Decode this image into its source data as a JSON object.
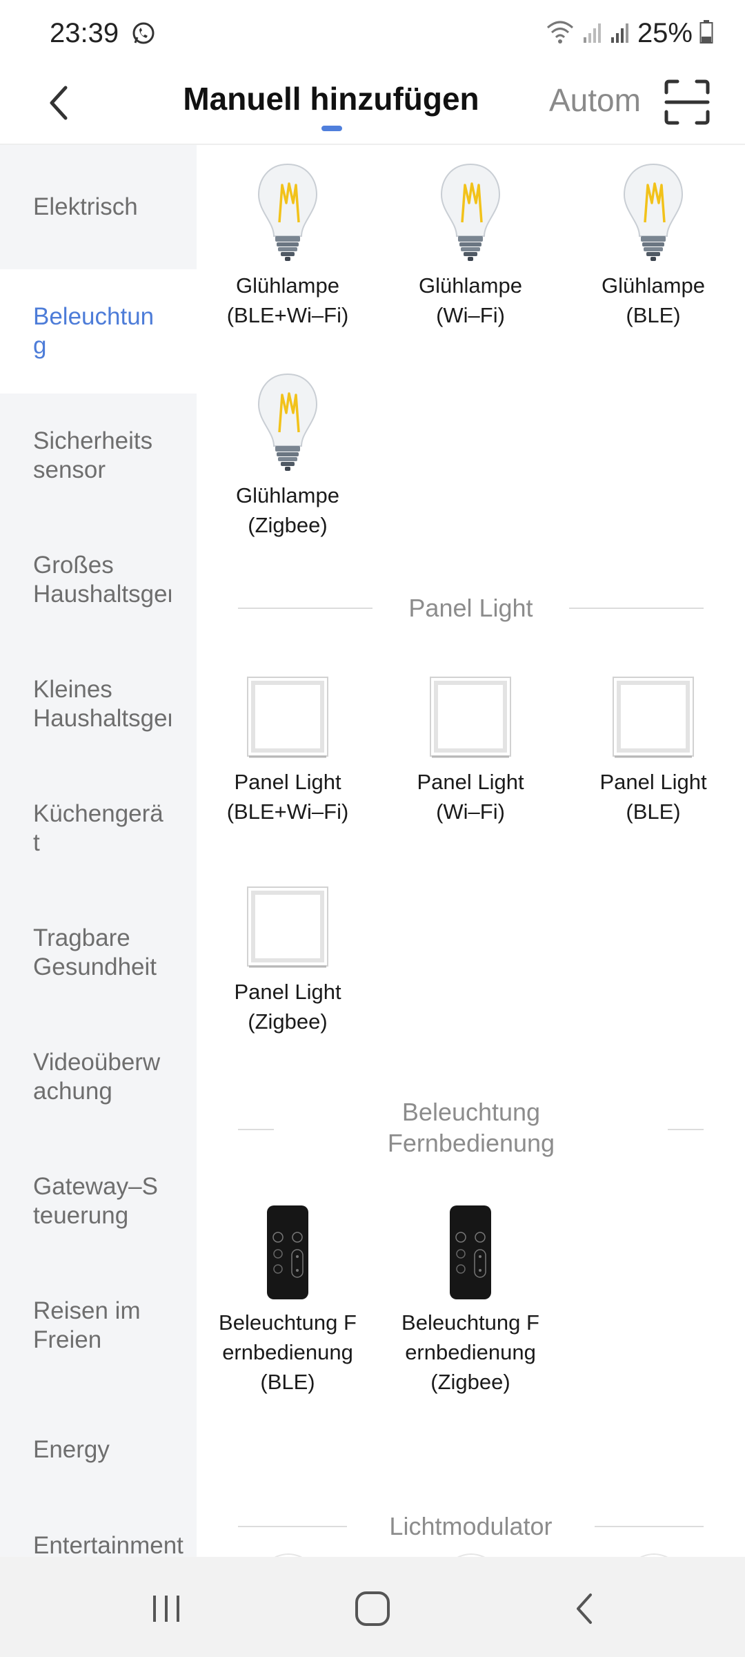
{
  "status": {
    "time": "23:39",
    "battery": "25%"
  },
  "header": {
    "tab_manual": "Manuell hinzufügen",
    "tab_auto": "Autom"
  },
  "sidebar": {
    "items": [
      {
        "label": "Elektrisch"
      },
      {
        "label": "Beleuchtung"
      },
      {
        "label": "Sicherheitssensor"
      },
      {
        "label": "Großes Haushaltsgerät"
      },
      {
        "label": "Kleines Haushaltsgerät"
      },
      {
        "label": "Küchengerät"
      },
      {
        "label": "Tragbare Gesundheit"
      },
      {
        "label": "Videoüberwachung"
      },
      {
        "label": "Gateway–Steuerung"
      },
      {
        "label": "Reisen im Freien"
      },
      {
        "label": "Energy"
      },
      {
        "label": "Entertainment"
      }
    ]
  },
  "content": {
    "bulbs": [
      {
        "line1": "Glühlampe",
        "line2": "(BLE+Wi–Fi)"
      },
      {
        "line1": "Glühlampe",
        "line2": "(Wi–Fi)"
      },
      {
        "line1": "Glühlampe",
        "line2": "(BLE)"
      },
      {
        "line1": "Glühlampe",
        "line2": "(Zigbee)"
      }
    ],
    "sections": {
      "panel": "Panel Light",
      "remote": "Beleuchtung Fernbedienung",
      "modulator": "Lichtmodulator"
    },
    "panels": [
      {
        "line1": "Panel Light",
        "line2": "(BLE+Wi–Fi)"
      },
      {
        "line1": "Panel Light",
        "line2": "(Wi–Fi)"
      },
      {
        "line1": "Panel Light",
        "line2": "(BLE)"
      },
      {
        "line1": "Panel Light",
        "line2": "(Zigbee)"
      }
    ],
    "remotes": [
      {
        "line1": "Beleuchtung Fernbedienung",
        "line2": "(BLE)"
      },
      {
        "line1": "Beleuchtung Fernbedienung",
        "line2": "(Zigbee)"
      }
    ]
  },
  "colors": {
    "accent": "#4d7cd8",
    "sidebar_bg": "#f4f5f7",
    "filament": "#f2c21a"
  }
}
